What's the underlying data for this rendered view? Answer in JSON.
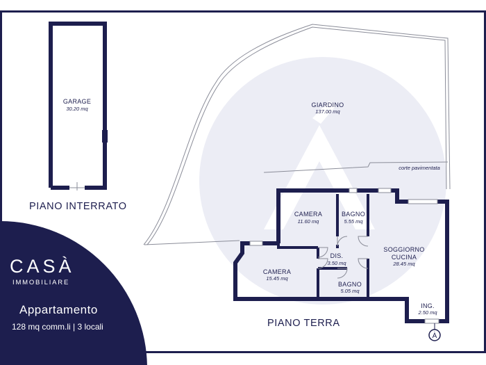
{
  "brand": {
    "logo_text": "CASÀ",
    "subtitle": "IMMOBILIARE"
  },
  "listing": {
    "type": "Appartamento",
    "details": "128 mq comm.li | 3 locali"
  },
  "floors": {
    "basement": "PIANO INTERRATO",
    "ground": "PIANO TERRA"
  },
  "rooms": {
    "garage": {
      "name": "GARAGE",
      "area": "30.20 mq"
    },
    "garden": {
      "name": "GIARDINO",
      "area": "137.00 mq"
    },
    "paved": {
      "name": "corte pavimentata"
    },
    "camera1": {
      "name": "CAMERA",
      "area": "11.60 mq"
    },
    "bagno1": {
      "name": "BAGNO",
      "area": "5.55 mq"
    },
    "dis": {
      "name": "DIS.",
      "area": "3.50 mq"
    },
    "soggiorno": {
      "name": "SOGGIORNO",
      "name2": "CUCINA",
      "area": "28.45 mq"
    },
    "camera2": {
      "name": "CAMERA",
      "area": "15.45 mq"
    },
    "bagno2": {
      "name": "BAGNO",
      "area": "5.05 mq"
    },
    "ing": {
      "name": "ING.",
      "area": "2.50 mq"
    }
  },
  "entrance_marker": "À",
  "colors": {
    "navy": "#1d1e4e",
    "watermark": "#e9eaf3"
  }
}
